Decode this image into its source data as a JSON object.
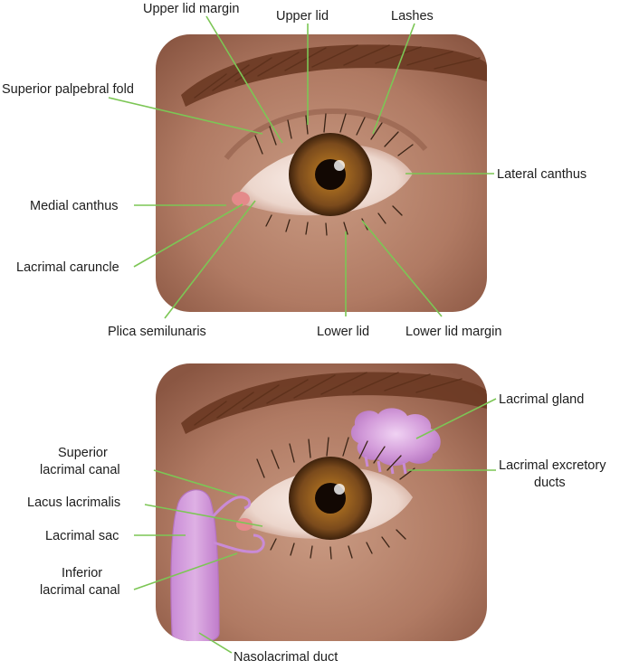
{
  "top_panel": {
    "labels": {
      "upper_lid_margin": "Upper lid margin",
      "upper_lid": "Upper lid",
      "lashes": "Lashes",
      "superior_palpebral_fold": "Superior palpebral fold",
      "lateral_canthus": "Lateral canthus",
      "medial_canthus": "Medial canthus",
      "lacrimal_caruncle": "Lacrimal caruncle",
      "plica_semilunaris": "Plica semilunaris",
      "lower_lid": "Lower lid",
      "lower_lid_margin": "Lower lid margin"
    }
  },
  "bottom_panel": {
    "labels": {
      "lacrimal_gland": "Lacrimal gland",
      "lacrimal_excretory_ducts_1": "Lacrimal excretory",
      "lacrimal_excretory_ducts_2": "ducts",
      "superior_lacrimal_canal_1": "Superior",
      "superior_lacrimal_canal_2": "lacrimal canal",
      "lacus_lacrimalis": "Lacus lacrimalis",
      "lacrimal_sac": "Lacrimal sac",
      "inferior_lacrimal_canal_1": "Inferior",
      "inferior_lacrimal_canal_2": "lacrimal canal",
      "nasolacrimal_duct": "Nasolacrimal duct"
    }
  },
  "colors": {
    "leader_line": "#7cc655",
    "skin": "#b07a63",
    "iris": "#7a4a1c",
    "lacrimal_system": "#c98bd6",
    "eyebrow": "#5b2f1a"
  }
}
